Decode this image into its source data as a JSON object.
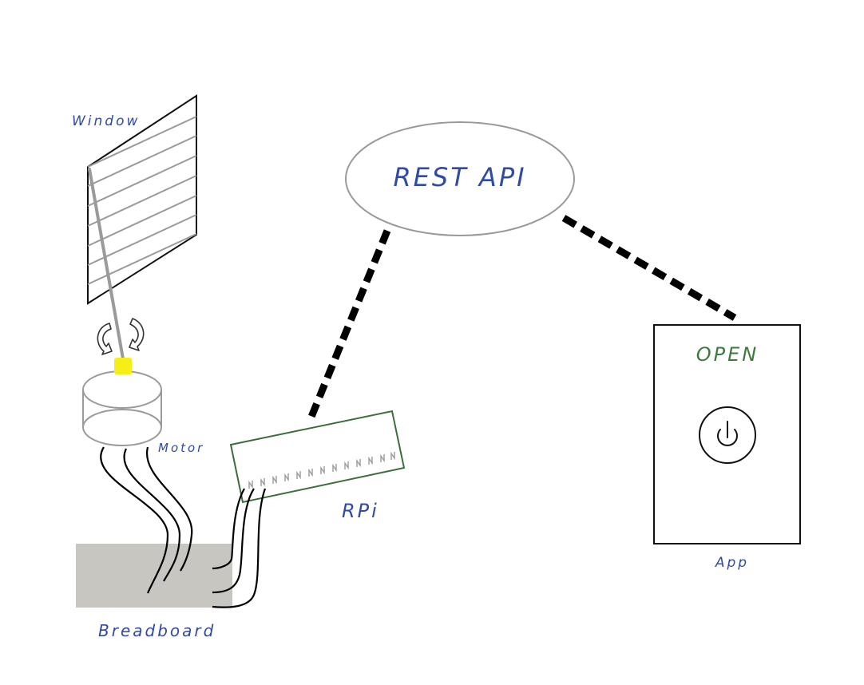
{
  "diagram": {
    "labels": {
      "window": "Window",
      "rest_api": "REST API",
      "motor": "Motor",
      "rpi": "RPi",
      "breadboard": "Breadboard",
      "app": "App",
      "app_button_state": "OPEN"
    },
    "icons": {
      "rotate_arrows": "rotate-arrows-icon",
      "power": "power-icon"
    },
    "colors": {
      "label_text": "#2f4ba3",
      "app_state_text": "#3c7a3c",
      "rpi_board": "#3b6e3b",
      "breadboard_fill": "#c8c6c1",
      "motor_shaft": "#f5ee17",
      "connection_line": "#000000",
      "outline_gray": "#9a9a9a"
    }
  }
}
